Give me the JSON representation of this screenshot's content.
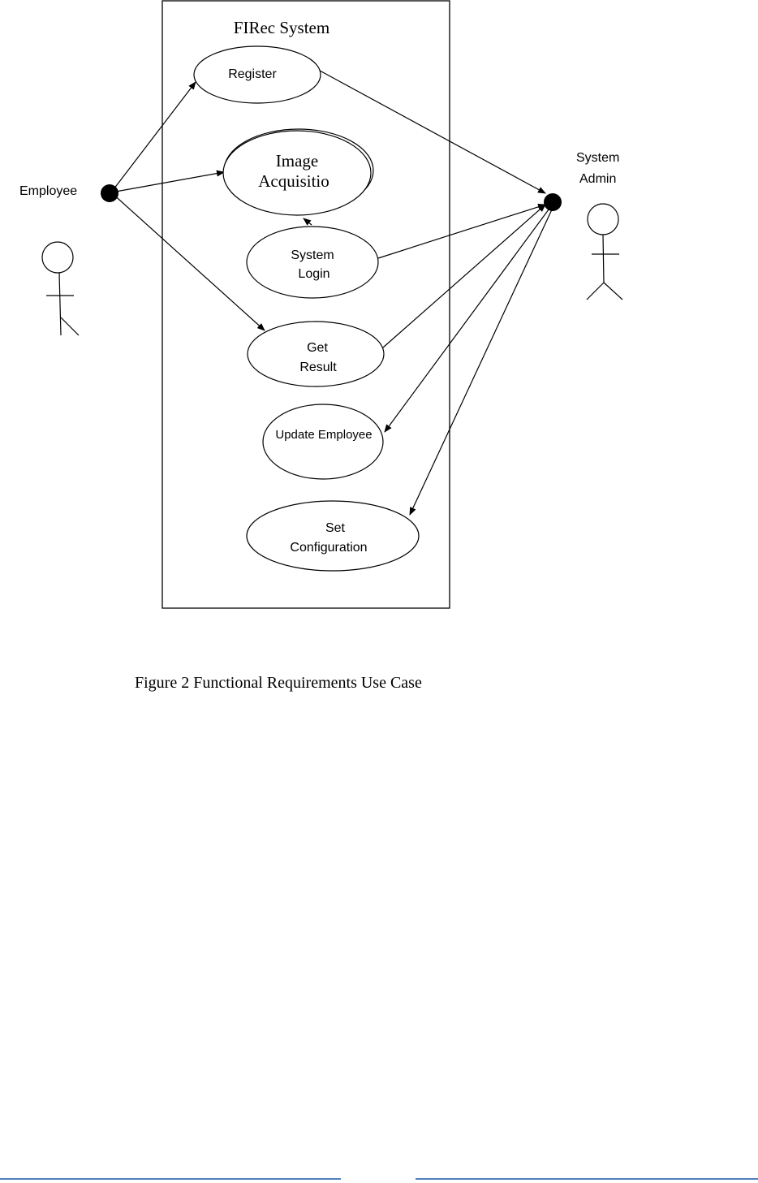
{
  "system": {
    "title": "FIRec System"
  },
  "actors": {
    "employee": {
      "label": "Employee"
    },
    "admin": {
      "label_line1": "System",
      "label_line2": "Admin"
    }
  },
  "use_cases": {
    "register": {
      "label": "Register"
    },
    "image_acquisition": {
      "line1": "Image",
      "line2": "Acquisitio"
    },
    "system_login": {
      "line1": "System",
      "line2": "Login"
    },
    "get_result": {
      "line1": "Get",
      "line2": "Result"
    },
    "update_employee": {
      "label": "Update Employee"
    },
    "set_configuration": {
      "line1": "Set",
      "line2": "Configuration"
    }
  },
  "caption": "Figure 2 Functional Requirements Use Case",
  "colors": {
    "stroke": "#000000",
    "footer_rule": "#4f81bd"
  }
}
